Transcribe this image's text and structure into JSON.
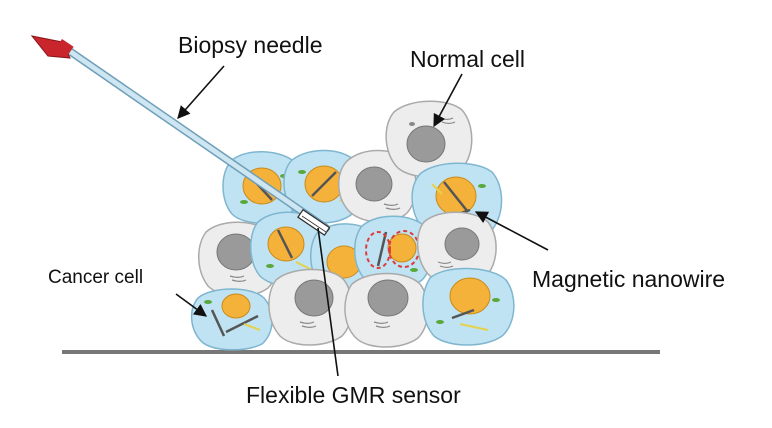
{
  "labels": {
    "biopsy_needle": "Biopsy needle",
    "normal_cell": "Normal cell",
    "cancer_cell": "Cancer cell",
    "magnetic_nanowire": "Magnetic nanowire",
    "gmr_sensor": "Flexible GMR sensor"
  },
  "colors": {
    "needle_tip": "#c8262c",
    "needle_shaft": "#a9cde0",
    "cancer_cell_body": "#bfe3f3",
    "cancer_nucleus": "#f4b23a",
    "normal_cell_body": "#ededed",
    "normal_nucleus": "#9a9a9a",
    "nanowire": "#555555",
    "highlight_ring": "#e03a3a",
    "organelle_green": "#5aa83c",
    "organelle_yellow": "#e4d24a",
    "substrate": "#777777"
  }
}
